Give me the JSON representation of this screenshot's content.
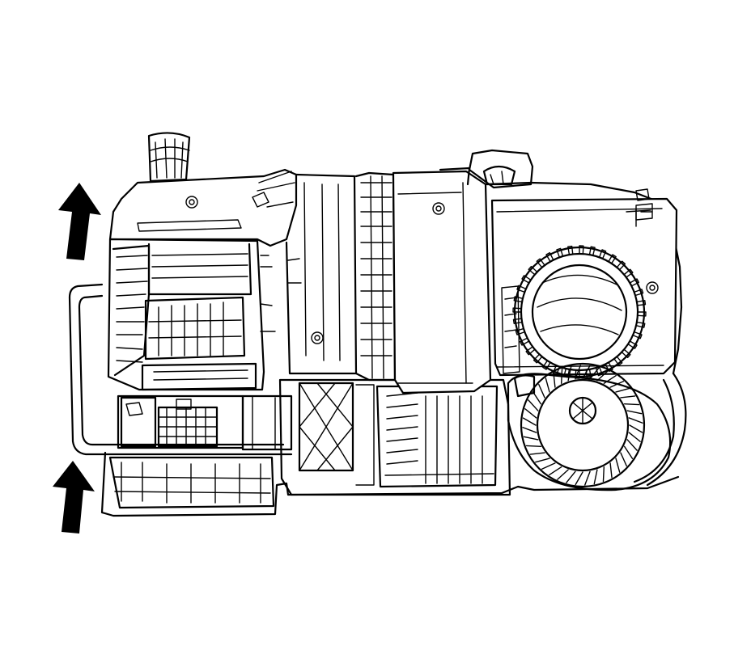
{
  "figure": {
    "background": "#ffffff",
    "line_color": "#000000",
    "arrows": [
      {
        "name": "upper-direction-arrow",
        "direction": "up"
      },
      {
        "name": "lower-direction-arrow",
        "direction": "up"
      }
    ]
  }
}
